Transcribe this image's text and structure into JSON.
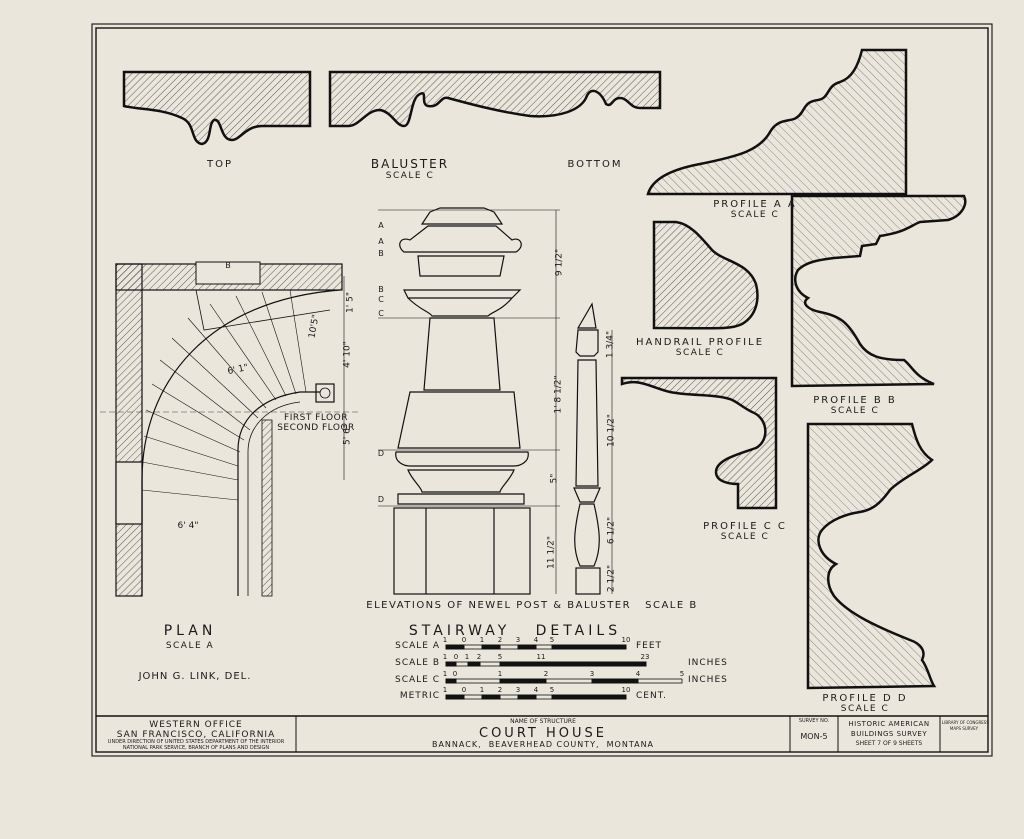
{
  "baluster": {
    "top": "TOP",
    "title": "BALUSTER",
    "scale": "SCALE C",
    "bottom": "BOTTOM"
  },
  "profiles": [
    {
      "title": "PROFILE A A",
      "scale": "SCALE C"
    },
    {
      "title": "HANDRAIL PROFILE",
      "scale": "SCALE C"
    },
    {
      "title": "PROFILE B B",
      "scale": "SCALE C"
    },
    {
      "title": "PROFILE C C",
      "scale": "SCALE C"
    },
    {
      "title": "PROFILE D D",
      "scale": "SCALE C"
    }
  ],
  "plan": {
    "title": "PLAN",
    "scale": "SCALE A",
    "delineator": "JOHN G. LINK, DEL.",
    "dims": [
      "1' 5\"",
      "4' 10\"",
      "5' 6\"",
      "6' 1\"",
      "6' 4\"",
      "10'5\""
    ],
    "first_floor": "FIRST FLOOR",
    "second_floor": "SECOND FLOOR",
    "mark": "B"
  },
  "elevation": {
    "caption": "ELEVATIONS OF NEWEL POST & BALUSTER   SCALE B",
    "section_marks": [
      "A",
      "A",
      "B",
      "B",
      "C",
      "C",
      "D",
      "D"
    ],
    "dims": [
      "9 1/2\"",
      "1' 8 1/2\"",
      "5\"",
      "11 1/2\"",
      "1 3/4\"",
      "10 1/2\"",
      "6 1/2\"",
      "2 1/2\""
    ]
  },
  "stairway": {
    "title": "STAIRWAY   DETAILS",
    "scales": [
      {
        "label": "SCALE A",
        "ticks": [
          "1",
          "0",
          "1",
          "2",
          "3",
          "4",
          "5",
          "10"
        ],
        "unit": "FEET"
      },
      {
        "label": "SCALE B",
        "ticks": [
          "1",
          "0",
          "1",
          "2",
          "5",
          "11",
          "23"
        ],
        "unit": "INCHES"
      },
      {
        "label": "SCALE C",
        "ticks": [
          "1",
          "0",
          "1",
          "2",
          "3",
          "4",
          "5"
        ],
        "unit": "INCHES"
      },
      {
        "label": "METRIC",
        "ticks": [
          "1",
          "0",
          "1",
          "2",
          "3",
          "4",
          "5",
          "10"
        ],
        "unit": "CENT."
      }
    ]
  },
  "title_block": {
    "office": "WESTERN OFFICE",
    "city": "SAN FRANCISCO, CALIFORNIA",
    "direction": "UNDER DIRECTION OF UNITED STATES DEPARTMENT OF THE INTERIOR",
    "branch": "NATIONAL PARK SERVICE, BRANCH OF PLANS AND DESIGN",
    "name_label": "NAME OF STRUCTURE",
    "structure": "COURT HOUSE",
    "location": "BANNACK,  BEAVERHEAD COUNTY,  MONTANA",
    "survey_label": "SURVEY NO.",
    "survey_no": "MON-5",
    "habs1": "HISTORIC AMERICAN",
    "habs2": "BUILDINGS SURVEY",
    "sheet": "SHEET 7 OF 9 SHEETS",
    "copy1": "LIBRARY OF CONGRESS",
    "copy2": "MAPS SURVEY"
  }
}
